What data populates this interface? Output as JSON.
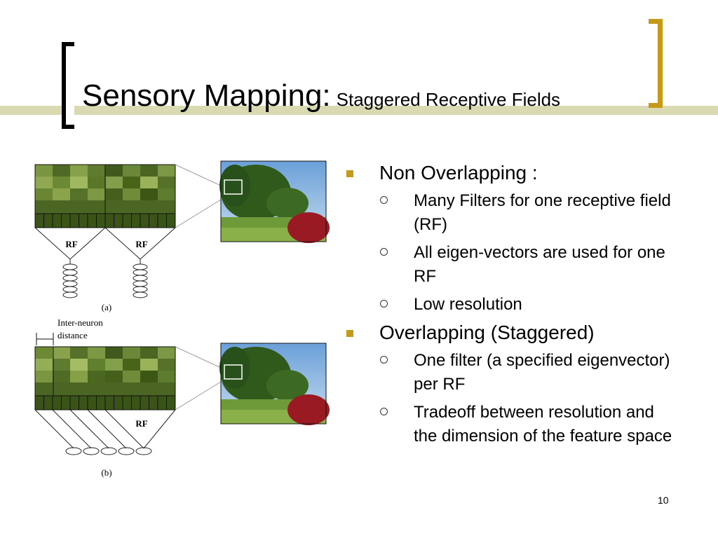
{
  "slide": {
    "title_main": "Sensory Mapping:",
    "title_sub": "Staggered Receptive Fields",
    "page_number": "10"
  },
  "bullets": {
    "b1": "Non Overlapping :",
    "b1_items": [
      "Many Filters for one receptive field (RF)",
      "All eigen-vectors are used for one RF",
      "Low resolution"
    ],
    "b2": "Overlapping (Staggered)",
    "b2_items": [
      "One filter (a specified eigenvector) per RF",
      "Tradeoff between resolution and the dimension of the feature space"
    ]
  },
  "figure": {
    "rf_label": "RF",
    "caption_a": "(a)",
    "caption_b": "(b)",
    "inter_neuron_1": "Inter-neuron",
    "inter_neuron_2": "distance"
  },
  "colors": {
    "accent": "#c59a1a",
    "title_band": "#d9d9b2"
  }
}
